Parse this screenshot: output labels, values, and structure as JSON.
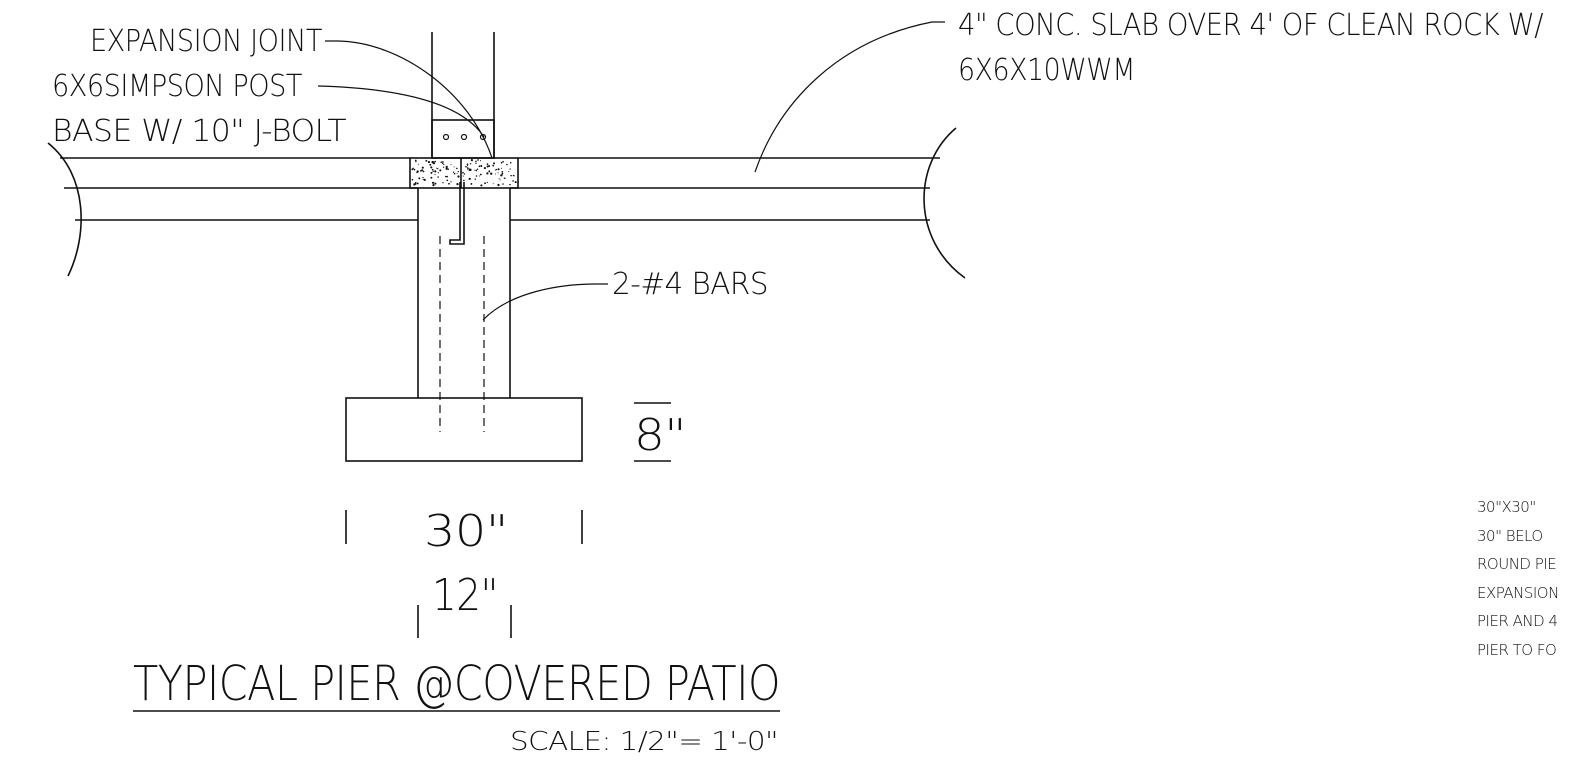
{
  "labels": {
    "expansion_joint": "EXPANSION JOINT",
    "post_line1": "6X6SIMPSON POST",
    "post_line2": "BASE W/  10\" J-BOLT",
    "slab_line1": "4\" CONC. SLAB OVER 4' OF CLEAN ROCK W/",
    "slab_line2": "6X6X10WWM",
    "bars": "2-#4 BARS"
  },
  "dimensions": {
    "footing_depth": "8\"",
    "footing_width": "30\"",
    "pier_width": "12\""
  },
  "title": "TYPICAL PIER @COVERED PATIO",
  "scale": "SCALE:  1/2\"= 1'-0\"",
  "notes": [
    "30\"X30\"",
    "30\" BELO",
    "ROUND PIE",
    "EXPANSION",
    "PIER AND 4",
    "PIER TO FO"
  ]
}
